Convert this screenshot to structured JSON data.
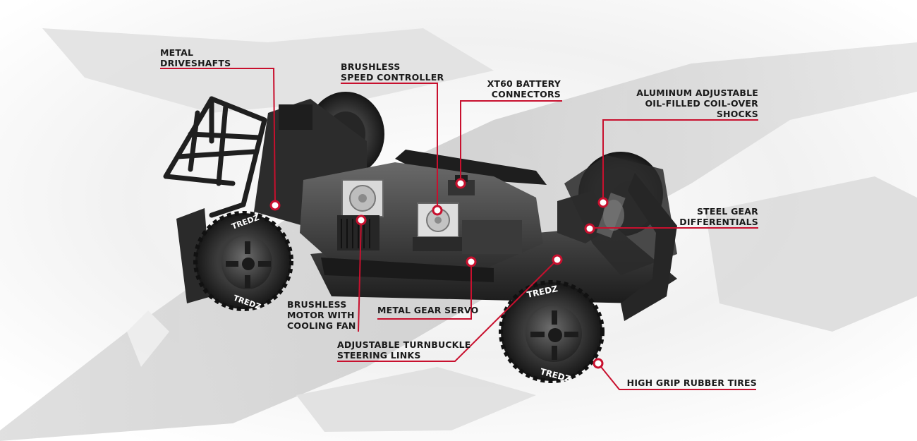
{
  "diagram": {
    "callouts": {
      "metal_driveshafts": "METAL\nDRIVESHAFTS",
      "brushless_speed_controller": "BRUSHLESS\nSPEED CONTROLLER",
      "xt60_battery_connectors": "XT60 BATTERY\nCONNECTORS",
      "aluminum_shocks": "ALUMINUM ADJUSTABLE\nOIL-FILLED COIL-OVER\nSHOCKS",
      "steel_gear_differentials": "STEEL GEAR\nDIFFERENTIALS",
      "brushless_motor": "BRUSHLESS\nMOTOR WITH\nCOOLING FAN",
      "metal_gear_servo": "METAL GEAR SERVO",
      "turnbuckle_links": "ADJUSTABLE TURNBUCKLE\nSTEERING LINKS",
      "rubber_tires": "HIGH GRIP RUBBER TIRES"
    },
    "tire_brand": "TREDZ",
    "colors": {
      "accent": "#c8102e",
      "label_text": "#1a1a1a",
      "chassis": "#3a3a3a",
      "tire": "#2b2b2b"
    }
  }
}
